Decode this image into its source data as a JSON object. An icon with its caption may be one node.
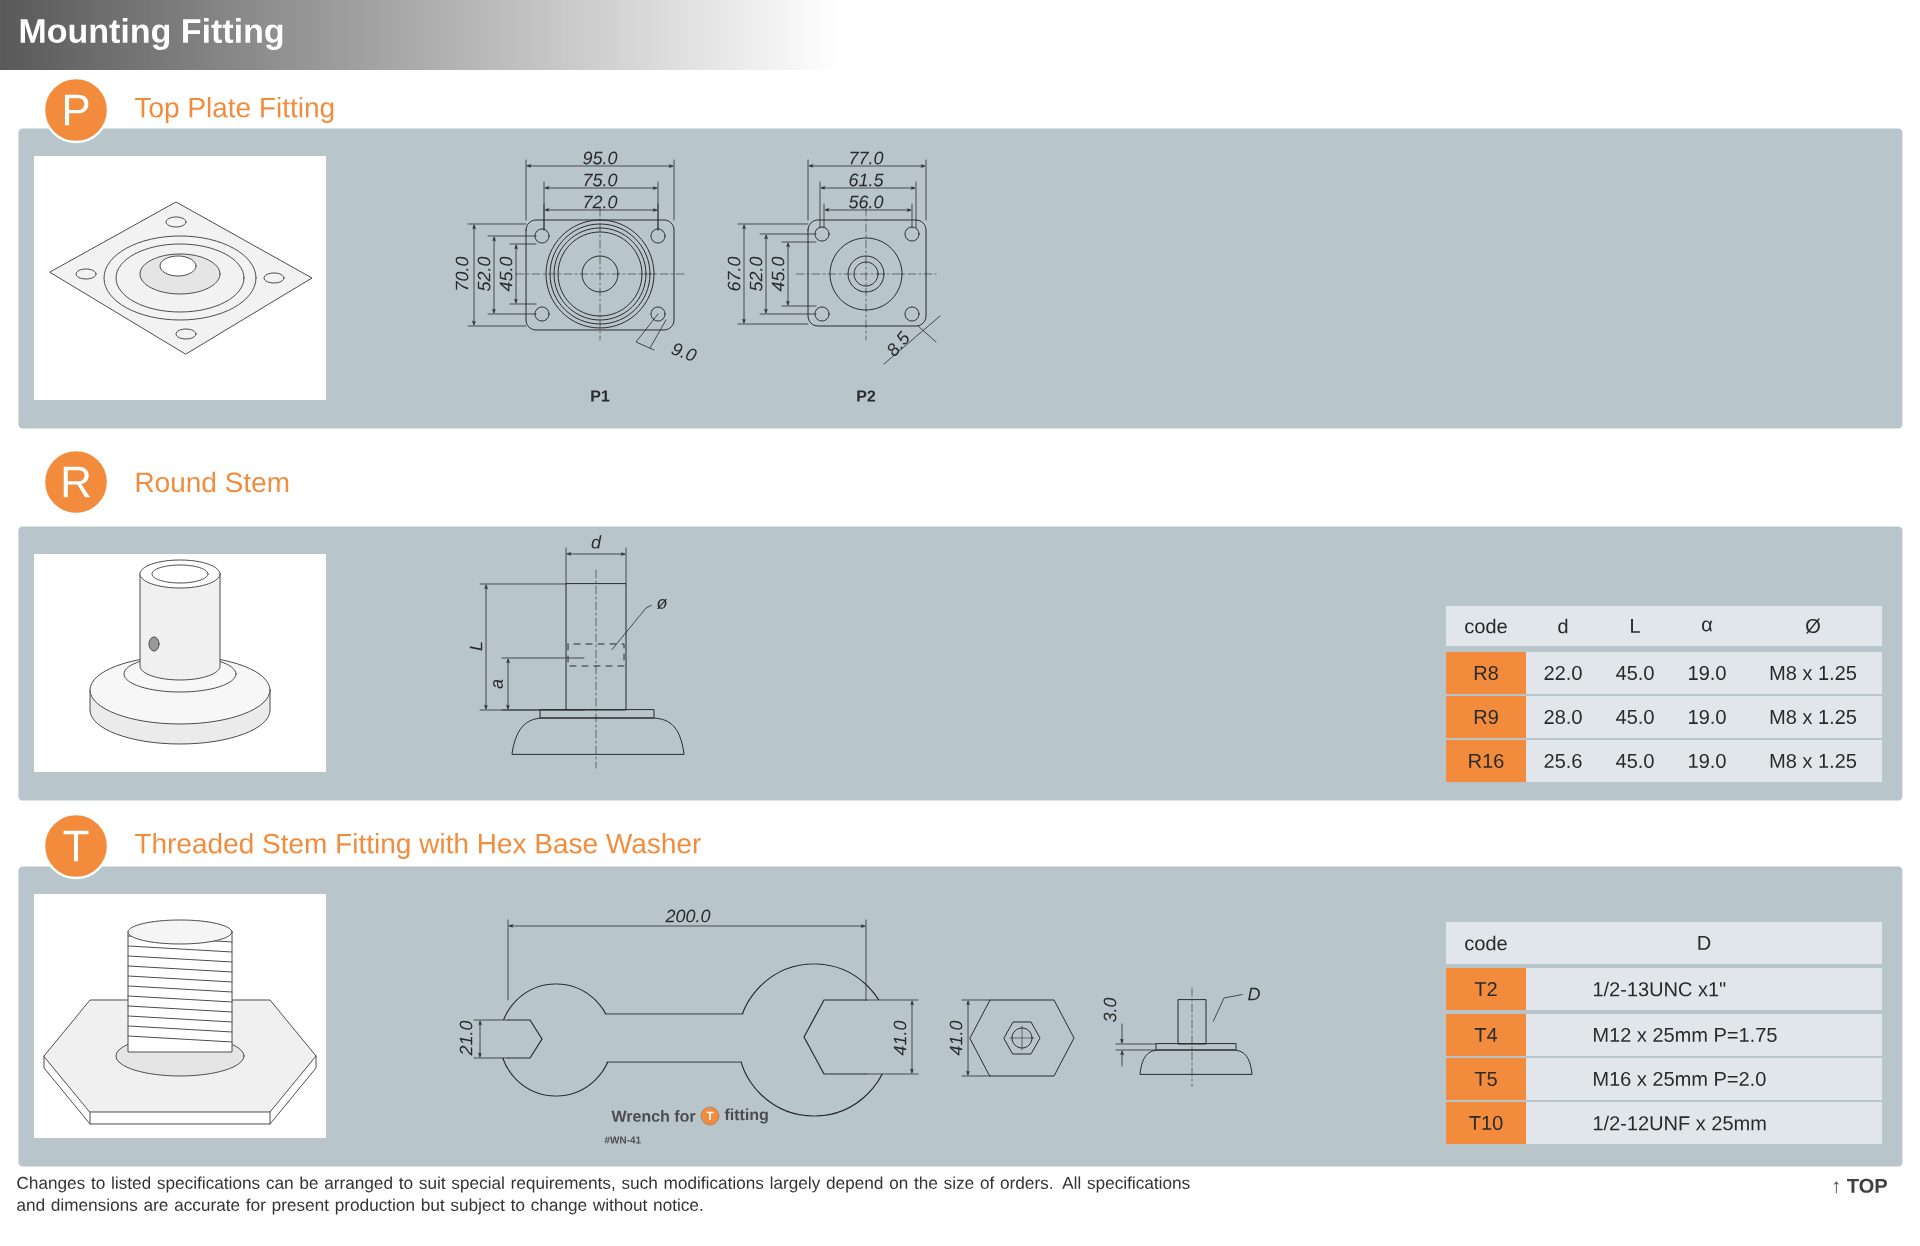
{
  "diagram": {
    "title": "Mounting Fitting",
    "nodes": [
      {
        "text": [
          "P",
          "Top Plate Fitting"
        ]
      },
      {
        "text": [
          "R",
          "Round Stem"
        ]
      },
      {
        "text": [
          "T",
          "Threaded Stem Fitting with Hex Base Washer"
        ]
      },
      {
        "text": [
          "ø"
        ],
        "in": 1
      },
      {
        "text": [
          "D"
        ],
        "in": 2
      }
    ],
    "edges": [
      {
        "from": 3,
        "to": null,
        "arrow": "none"
      },
      {
        "from": 4,
        "to": null,
        "arrow": "none"
      }
    ],
    "labels": [
      "95.0",
      "75.0",
      "72.0",
      "70.0",
      "52.0",
      "45.0",
      "9.0",
      "P1",
      "77.0",
      "61.5",
      "56.0",
      "67.0",
      "52.0",
      "45.0",
      "8.5",
      "P2",
      "d",
      "L",
      "a",
      "code",
      "d",
      "L",
      "α",
      "Ø",
      "R8",
      "22.0",
      "45.0",
      "19.0",
      "M8 x 1.25",
      "R9",
      "28.0",
      "45.0",
      "19.0",
      "M8 x 1.25",
      "R16",
      "25.6",
      "45.0",
      "19.0",
      "M8 x 1.25",
      "200.0",
      "21.0",
      "41.0",
      "Wrench for",
      "T",
      "fitting",
      "#WN-41",
      "41.0",
      "3.0",
      "code",
      "D",
      "T2",
      "1/2-13UNC x1\"",
      "T4",
      "M12 x 25mm P=1.75",
      "T5",
      "M16 x 25mm P=2.0",
      "T10",
      "1/2-12UNF x 25mm",
      "Changes to listed specifications can be arranged to suit special requirements, such modifications largely depend on the size of orders. All specifications and dimensions are accurate for present production but subject to change without notice.",
      "↑ TOP"
    ]
  }
}
